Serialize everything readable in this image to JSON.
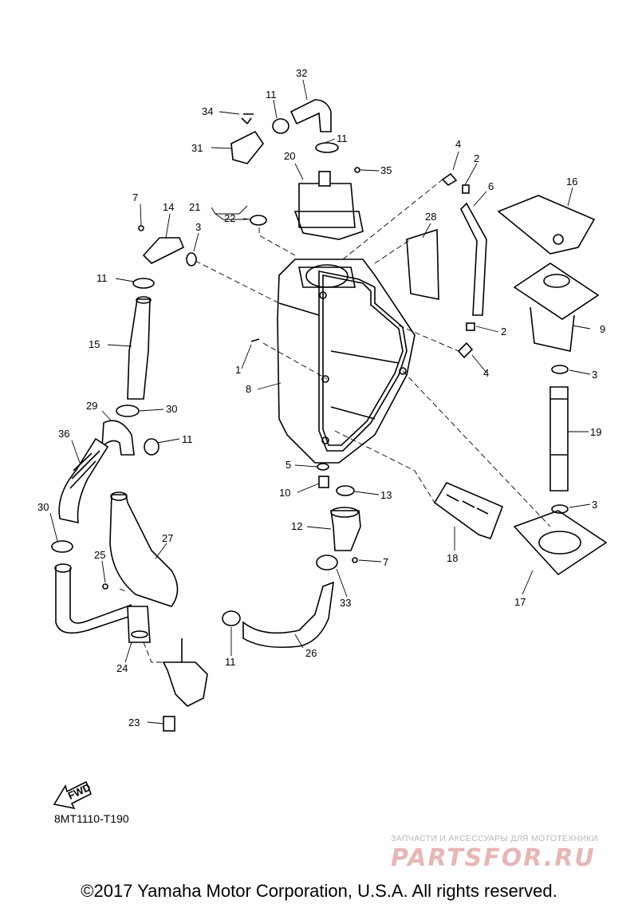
{
  "diagram": {
    "callouts": [
      {
        "id": "c1",
        "text": "1"
      },
      {
        "id": "c2a",
        "text": "2"
      },
      {
        "id": "c2b",
        "text": "2"
      },
      {
        "id": "c3a",
        "text": "3"
      },
      {
        "id": "c3b",
        "text": "3"
      },
      {
        "id": "c3c",
        "text": "3"
      },
      {
        "id": "c4a",
        "text": "4"
      },
      {
        "id": "c4b",
        "text": "4"
      },
      {
        "id": "c5",
        "text": "5"
      },
      {
        "id": "c6",
        "text": "6"
      },
      {
        "id": "c7a",
        "text": "7"
      },
      {
        "id": "c7b",
        "text": "7"
      },
      {
        "id": "c8",
        "text": "8"
      },
      {
        "id": "c9",
        "text": "9"
      },
      {
        "id": "c10",
        "text": "10"
      },
      {
        "id": "c11a",
        "text": "11"
      },
      {
        "id": "c11b",
        "text": "11"
      },
      {
        "id": "c11c",
        "text": "11"
      },
      {
        "id": "c11d",
        "text": "11"
      },
      {
        "id": "c11e",
        "text": "11"
      },
      {
        "id": "c12",
        "text": "12"
      },
      {
        "id": "c13",
        "text": "13"
      },
      {
        "id": "c14",
        "text": "14"
      },
      {
        "id": "c15",
        "text": "15"
      },
      {
        "id": "c16",
        "text": "16"
      },
      {
        "id": "c17",
        "text": "17"
      },
      {
        "id": "c18",
        "text": "18"
      },
      {
        "id": "c19",
        "text": "19"
      },
      {
        "id": "c20",
        "text": "20"
      },
      {
        "id": "c21",
        "text": "21"
      },
      {
        "id": "c22",
        "text": "22"
      },
      {
        "id": "c23",
        "text": "23"
      },
      {
        "id": "c24",
        "text": "24"
      },
      {
        "id": "c25",
        "text": "25"
      },
      {
        "id": "c26",
        "text": "26"
      },
      {
        "id": "c27",
        "text": "27"
      },
      {
        "id": "c28",
        "text": "28"
      },
      {
        "id": "c29",
        "text": "29"
      },
      {
        "id": "c30a",
        "text": "30"
      },
      {
        "id": "c30b",
        "text": "30"
      },
      {
        "id": "c31",
        "text": "31"
      },
      {
        "id": "c32",
        "text": "32"
      },
      {
        "id": "c33",
        "text": "33"
      },
      {
        "id": "c34",
        "text": "34"
      },
      {
        "id": "c35",
        "text": "35"
      },
      {
        "id": "c36",
        "text": "36"
      }
    ],
    "fwd_label": "FWD",
    "drawing_code": "8MT1110-T190"
  },
  "watermark": {
    "tagline": "ЗАПЧАСТИ И АКСЕССУАРЫ ДЛЯ МОТОТЕХНИКИ",
    "logo_text": "PARTSFOR.RU",
    "color": "#e8b6b6"
  },
  "footer": {
    "copyright": "©2017 Yamaha Motor Corporation, U.S.A. All rights reserved."
  }
}
